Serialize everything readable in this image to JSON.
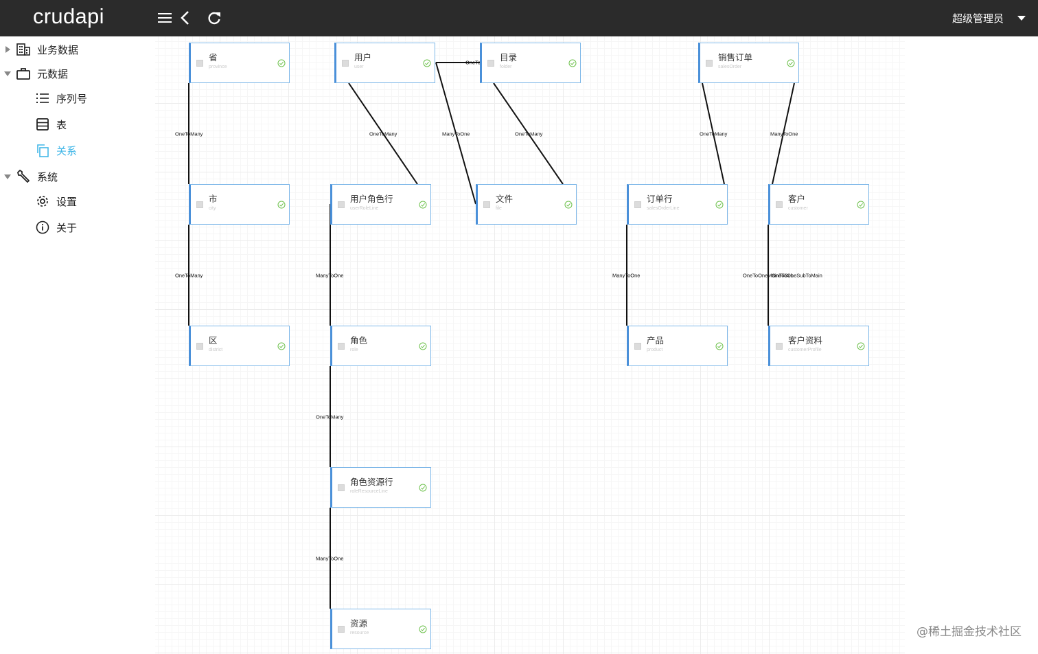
{
  "app": {
    "brand": "crudapi"
  },
  "header": {
    "user_name": "超级管理员"
  },
  "sidebar": {
    "items": [
      {
        "label": "业务数据",
        "icon": "building-icon",
        "expandable": true,
        "expanded": false
      },
      {
        "label": "元数据",
        "icon": "briefcase-icon",
        "expandable": true,
        "expanded": true
      },
      {
        "label": "序列号",
        "icon": "list-numbered-icon"
      },
      {
        "label": "表",
        "icon": "table-icon"
      },
      {
        "label": "关系",
        "icon": "copy-icon",
        "active": true
      },
      {
        "label": "系统",
        "icon": "wrench-icon",
        "expandable": true,
        "expanded": true
      },
      {
        "label": "设置",
        "icon": "gear-icon"
      },
      {
        "label": "关于",
        "icon": "info-icon"
      }
    ]
  },
  "accent_color": "#42b7e8",
  "diagram": {
    "nodes": [
      {
        "id": "province",
        "title": "省",
        "name": "province"
      },
      {
        "id": "user",
        "title": "用户",
        "name": "user"
      },
      {
        "id": "folder",
        "title": "目录",
        "name": "folder"
      },
      {
        "id": "salesOrder",
        "title": "销售订单",
        "name": "salesOrder"
      },
      {
        "id": "city",
        "title": "市",
        "name": "city"
      },
      {
        "id": "userRoleLine",
        "title": "用户角色行",
        "name": "userRoleLine"
      },
      {
        "id": "file",
        "title": "文件",
        "name": "file"
      },
      {
        "id": "salesOrderLine",
        "title": "订单行",
        "name": "salesOrderLine"
      },
      {
        "id": "customer",
        "title": "客户",
        "name": "customer"
      },
      {
        "id": "district",
        "title": "区",
        "name": "district"
      },
      {
        "id": "role",
        "title": "角色",
        "name": "role"
      },
      {
        "id": "product",
        "title": "产品",
        "name": "product"
      },
      {
        "id": "customerProfile",
        "title": "客户资料",
        "name": "customerProfile"
      },
      {
        "id": "roleResourceLine",
        "title": "角色资源行",
        "name": "roleResourceLine"
      },
      {
        "id": "resource",
        "title": "资源",
        "name": "resource"
      }
    ],
    "edges": [
      {
        "from": "province",
        "to": "city",
        "label": "OneToMany"
      },
      {
        "from": "city",
        "to": "district",
        "label": "OneToMany"
      },
      {
        "from": "user",
        "to": "userRoleLine",
        "label": "OneToMany"
      },
      {
        "from": "user",
        "to": "file",
        "label": "ManyToOne"
      },
      {
        "from": "user",
        "to": "folder",
        "label": "OneToMany"
      },
      {
        "from": "folder",
        "to": "file",
        "label": "OneToMany"
      },
      {
        "from": "userRoleLine",
        "to": "role",
        "label": "ManyToOne"
      },
      {
        "from": "role",
        "to": "roleResourceLine",
        "label": "OneToMany"
      },
      {
        "from": "roleResourceLine",
        "to": "resource",
        "label": "ManyToOne"
      },
      {
        "from": "salesOrder",
        "to": "salesOrderLine",
        "label": "OneToMany"
      },
      {
        "from": "salesOrder",
        "to": "customer",
        "label": "ManyToOne"
      },
      {
        "from": "salesOrderLine",
        "to": "product",
        "label": "ManyToOne"
      },
      {
        "from": "customer",
        "to": "customerProfile",
        "label": "OneToOneMainToSub"
      },
      {
        "from": "customer",
        "to": "customerProfile",
        "label": "OneToOneSubToMain"
      }
    ]
  },
  "watermark": "@稀土掘金技术社区"
}
